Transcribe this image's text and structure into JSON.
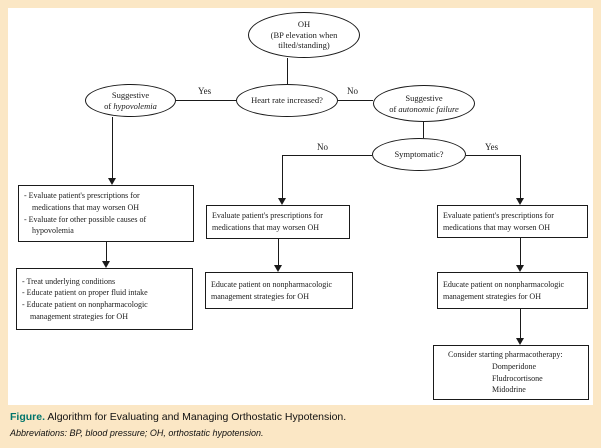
{
  "colors": {
    "frame_background": "#FBE7C5",
    "panel_background": "#FFFFFF",
    "line_color": "#1A1A1A",
    "caption_accent": "#00756B"
  },
  "nodes": {
    "oh": {
      "line1": "OH",
      "line2": "(BP elevation when",
      "line3": "tilted/standing)"
    },
    "hypovolemia": {
      "line1": "Suggestive",
      "line2_prefix": "of ",
      "line2_italic": "hypovolemia"
    },
    "heart_rate": {
      "label": "Heart rate increased?"
    },
    "autonomic": {
      "line1": "Suggestive",
      "line2_prefix": "of ",
      "line2_italic": "autonomic failure"
    },
    "symptomatic": {
      "label": "Symptomatic?"
    }
  },
  "edge_labels": {
    "heart_rate_yes": "Yes",
    "heart_rate_no": "No",
    "symptomatic_no": "No",
    "symptomatic_yes": "Yes"
  },
  "boxes": {
    "left_evaluate": {
      "lines": [
        "- Evaluate patient's prescriptions for",
        "medications that may worsen OH",
        "- Evaluate for other possible causes of",
        "hypovolemia"
      ]
    },
    "left_treat": {
      "lines": [
        "- Treat underlying conditions",
        "- Educate patient on proper fluid intake",
        "- Educate patient on nonpharmacologic",
        "management strategies for OH"
      ]
    },
    "mid_evaluate": {
      "lines": [
        "Evaluate patient's prescriptions for",
        "medications that may worsen OH"
      ]
    },
    "mid_educate": {
      "lines": [
        "Educate patient on nonpharmacologic",
        "management strategies for OH"
      ]
    },
    "right_evaluate": {
      "lines": [
        "Evaluate patient's prescriptions for",
        "medications that may worsen OH"
      ]
    },
    "right_educate": {
      "lines": [
        "Educate patient on nonpharmacologic",
        "management strategies for OH"
      ]
    },
    "pharmacotherapy": {
      "header": "Consider starting pharmacotherapy:",
      "drugs": [
        "Domperidone",
        "Fludrocortisone",
        "Midodrine"
      ]
    }
  },
  "caption": {
    "label": "Figure.",
    "title": " Algorithm for Evaluating and Managing Orthostatic Hypotension.",
    "abbreviations": "Abbreviations: BP, blood pressure; OH, orthostatic hypotension."
  }
}
